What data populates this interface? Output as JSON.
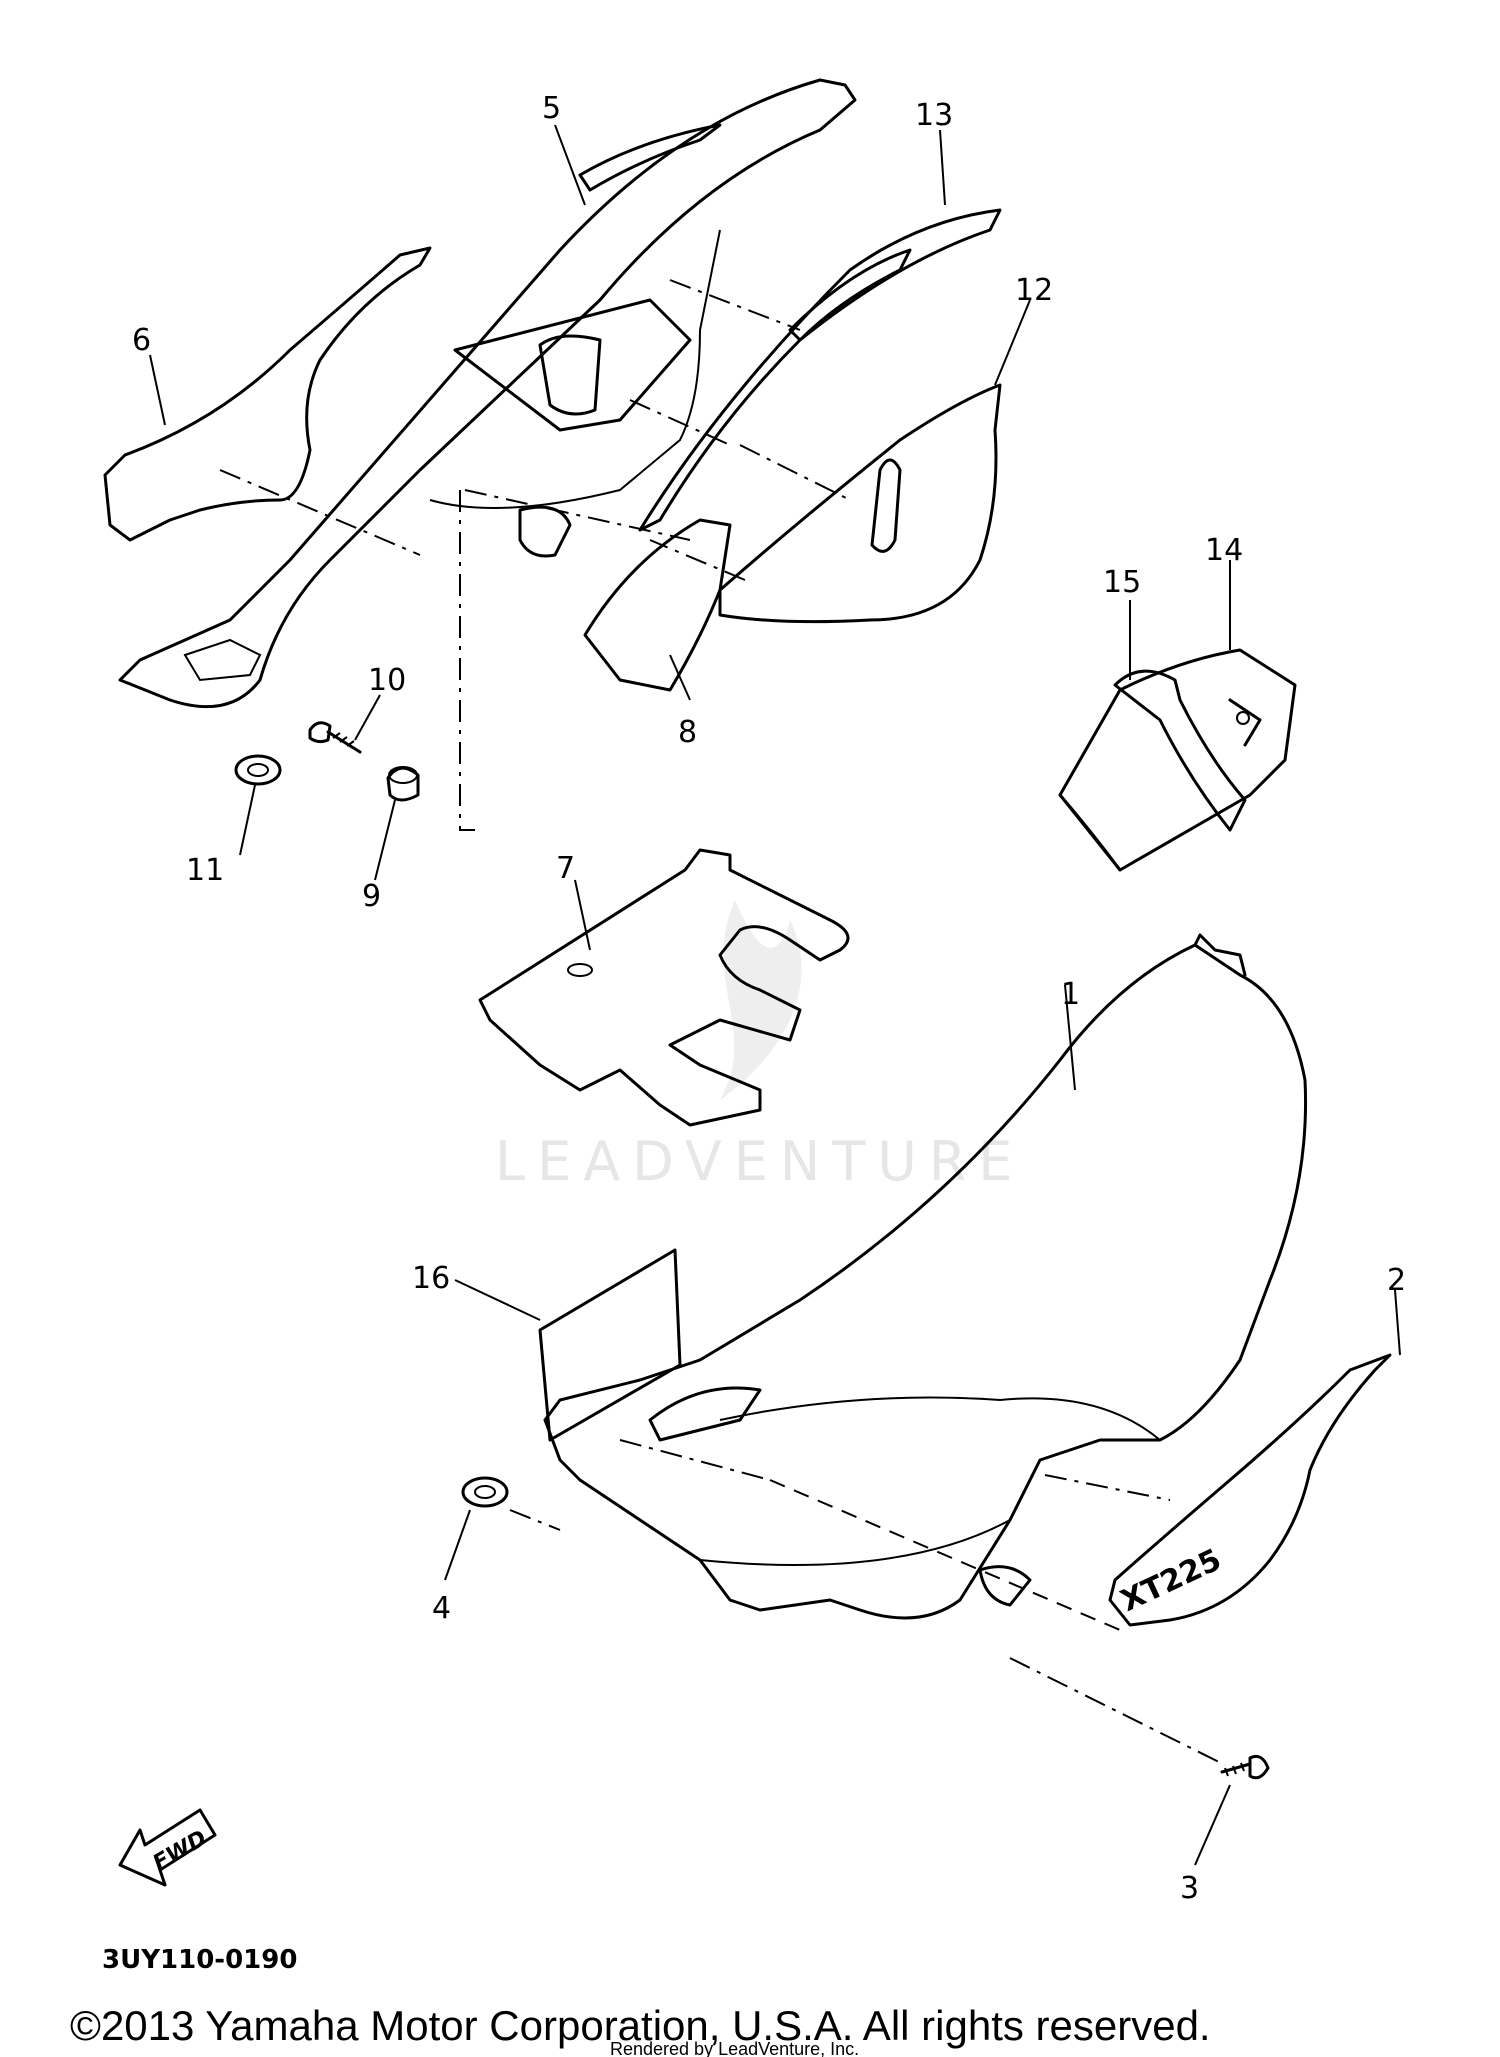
{
  "diagram": {
    "callouts": [
      "1",
      "2",
      "3",
      "4",
      "5",
      "6",
      "7",
      "8",
      "9",
      "10",
      "11",
      "12",
      "13",
      "14",
      "15",
      "16"
    ],
    "decal_text": "XT225",
    "fwd_label": "FWD",
    "watermark": "LEADVENTURE",
    "diagram_code": "3UY110-0190",
    "copyright": "©2013 Yamaha Motor Corporation, U.S.A. All rights reserved.",
    "rendered_by": "Rendered by LeadVenture, Inc."
  }
}
